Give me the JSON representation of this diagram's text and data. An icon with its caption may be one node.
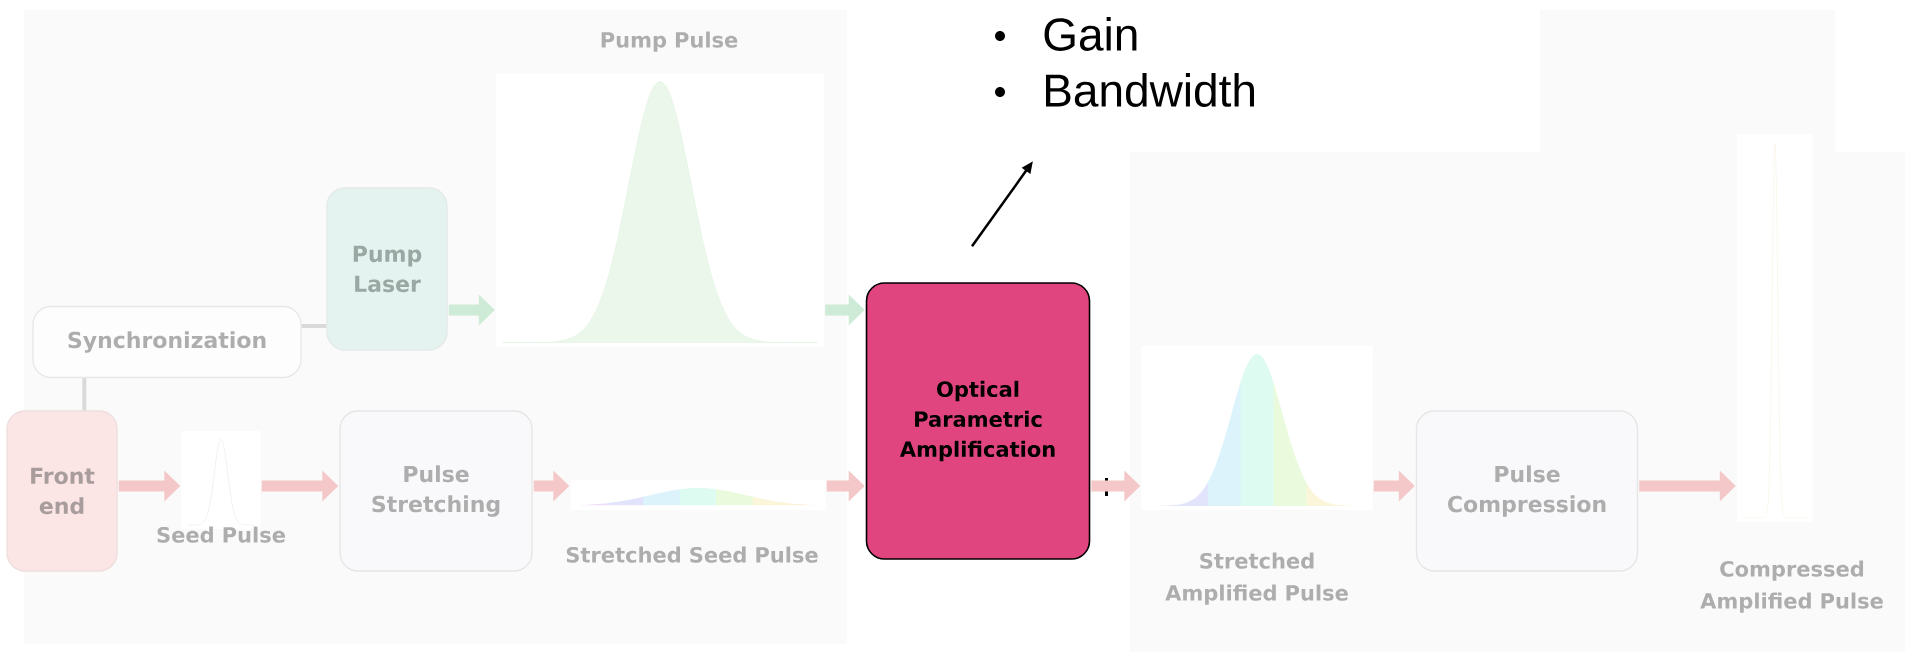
{
  "diagram": {
    "nodes": [
      {
        "text": [
          "Synchronization"
        ]
      },
      {
        "text": [
          "Pump Laser"
        ]
      },
      {
        "text": [],
        "shape": "picture",
        "beside": [
          "Pump Pulse"
        ]
      },
      {
        "text": [
          "Front end"
        ]
      },
      {
        "text": [],
        "shape": "picture",
        "beside": [
          "Seed Pulse"
        ]
      },
      {
        "text": [
          "Pulse Stretching"
        ]
      },
      {
        "text": [],
        "shape": "picture",
        "beside": [
          "Stretched Seed Pulse"
        ]
      },
      {
        "text": [
          "Optical Parametric Amplification"
        ]
      },
      {
        "text": [],
        "shape": "picture",
        "beside": [
          "Stretched Amplified Pulse"
        ]
      },
      {
        "text": [
          "Pulse Compression"
        ]
      },
      {
        "text": [],
        "shape": "picture",
        "beside": [
          "Compressed Amplified Pulse"
        ]
      },
      {
        "text": [
          "Gain",
          "Bandwidth"
        ]
      }
    ],
    "edges": [
      {
        "from": 0,
        "to": 1,
        "arrow": "none",
        "color": "#d9d9d9"
      },
      {
        "from": 0,
        "to": 3,
        "arrow": "none",
        "color": "#d9d9d9"
      },
      {
        "from": 1,
        "to": 2,
        "arrow": "to",
        "color": "#cdebd6"
      },
      {
        "from": 2,
        "to": 7,
        "arrow": "to",
        "color": "#cdebd6"
      },
      {
        "from": 3,
        "to": 4,
        "arrow": "to"
      },
      {
        "from": 4,
        "to": 5,
        "arrow": "to"
      },
      {
        "from": 5,
        "to": 6,
        "arrow": "to"
      },
      {
        "from": 6,
        "to": 7,
        "arrow": "to"
      },
      {
        "from": 7,
        "to": 8,
        "arrow": "to"
      },
      {
        "from": 8,
        "to": 9,
        "arrow": "to"
      },
      {
        "from": 9,
        "to": 10,
        "arrow": "to"
      },
      {
        "from": 7,
        "to": 11,
        "arrow": "to",
        "color": "#000000"
      }
    ]
  }
}
